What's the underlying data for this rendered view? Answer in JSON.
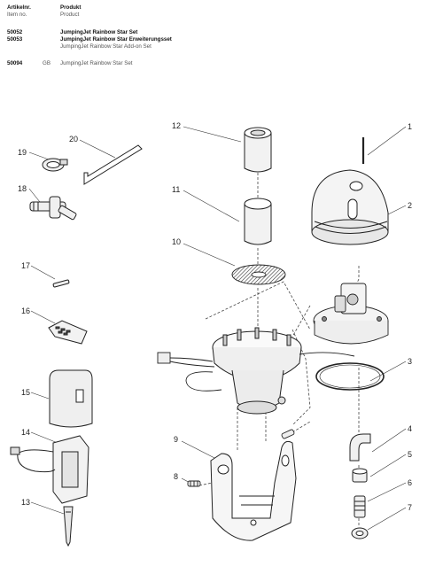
{
  "header": {
    "col_article": "Artikelnr.",
    "col_article_en": "Item no.",
    "col_product": "Produkt",
    "col_product_en": "Product",
    "rows": [
      {
        "no": "50052",
        "code": "",
        "name": "JumpingJet Rainbow Star Set",
        "bold": true
      },
      {
        "no": "50053",
        "code": "",
        "name": "JumpingJet Rainbow Star Erweiterungsset",
        "bold": true
      },
      {
        "no": "",
        "code": "",
        "name": "JumpingJet Rainbow Star Add-on Set",
        "bold": false
      },
      {
        "no": "50094",
        "code": "GB",
        "name": "JumpingJet Rainbow Star Set",
        "bold": false
      }
    ]
  },
  "callouts": [
    "1",
    "2",
    "3",
    "4",
    "5",
    "6",
    "7",
    "8",
    "9",
    "10",
    "11",
    "12",
    "13",
    "14",
    "15",
    "16",
    "17",
    "18",
    "19",
    "20"
  ]
}
